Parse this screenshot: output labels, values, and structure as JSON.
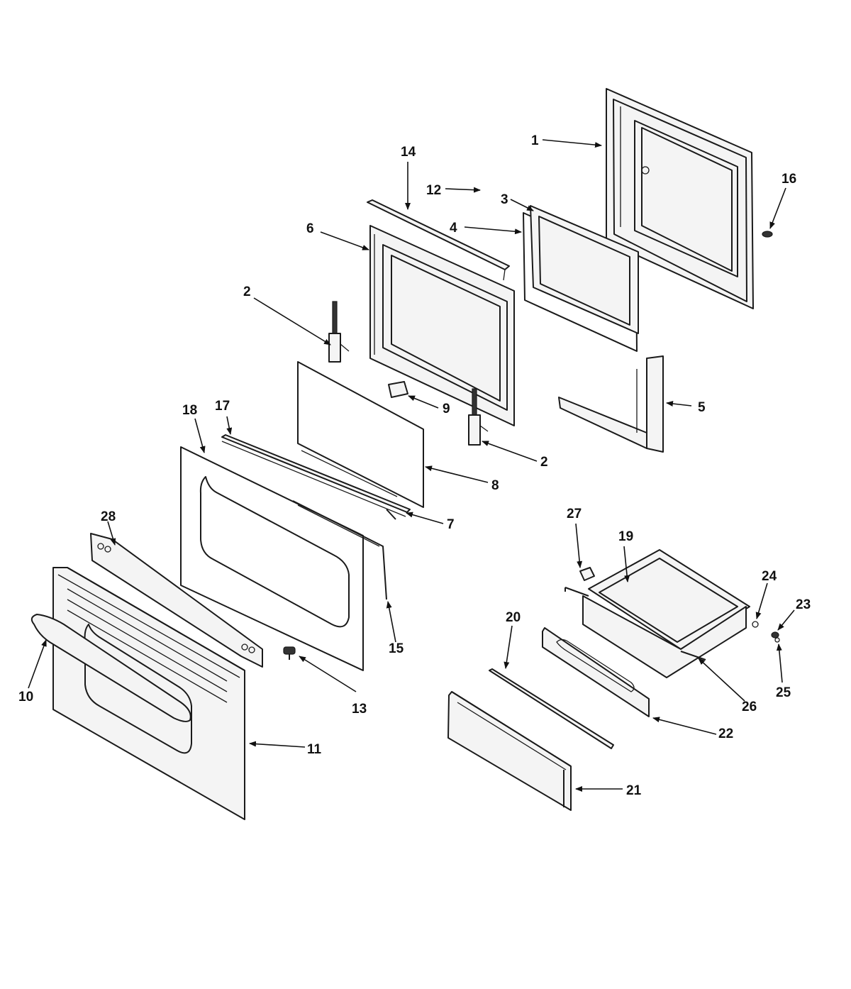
{
  "callouts": [
    {
      "id": "c1",
      "text": "1"
    },
    {
      "id": "c2a",
      "text": "2"
    },
    {
      "id": "c2b",
      "text": "2"
    },
    {
      "id": "c3",
      "text": "3"
    },
    {
      "id": "c4",
      "text": "4"
    },
    {
      "id": "c5",
      "text": "5"
    },
    {
      "id": "c6",
      "text": "6"
    },
    {
      "id": "c7",
      "text": "7"
    },
    {
      "id": "c8",
      "text": "8"
    },
    {
      "id": "c9",
      "text": "9"
    },
    {
      "id": "c10",
      "text": "10"
    },
    {
      "id": "c11",
      "text": "11"
    },
    {
      "id": "c12",
      "text": "12"
    },
    {
      "id": "c13",
      "text": "13"
    },
    {
      "id": "c14",
      "text": "14"
    },
    {
      "id": "c15",
      "text": "15"
    },
    {
      "id": "c16",
      "text": "16"
    },
    {
      "id": "c17",
      "text": "17"
    },
    {
      "id": "c18",
      "text": "18"
    },
    {
      "id": "c19",
      "text": "19"
    },
    {
      "id": "c20",
      "text": "20"
    },
    {
      "id": "c21",
      "text": "21"
    },
    {
      "id": "c22",
      "text": "22"
    },
    {
      "id": "c23",
      "text": "23"
    },
    {
      "id": "c24",
      "text": "24"
    },
    {
      "id": "c25",
      "text": "25"
    },
    {
      "id": "c26",
      "text": "26"
    },
    {
      "id": "c27",
      "text": "27"
    },
    {
      "id": "c28",
      "text": "28"
    }
  ]
}
